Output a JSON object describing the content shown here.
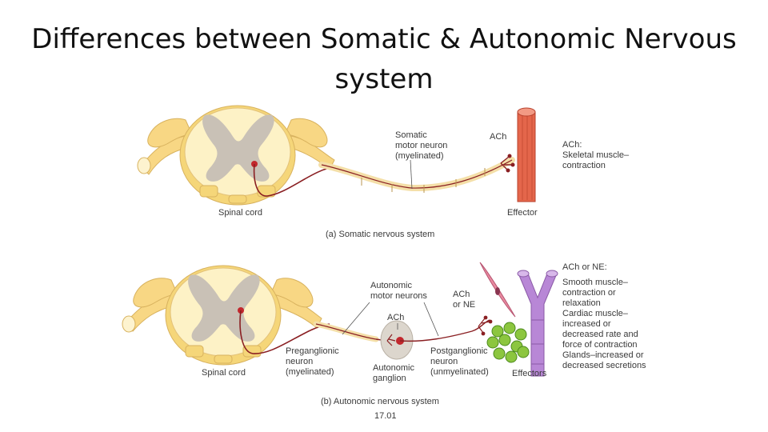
{
  "title": {
    "line1": "Differences between Somatic & Autonomic Nervous",
    "line2": "system"
  },
  "somatic": {
    "neuron_label": [
      "Somatic",
      "motor neuron",
      "(myelinated)"
    ],
    "nt": "ACh",
    "effect": [
      "ACh:",
      "Skeletal muscle–",
      "contraction"
    ],
    "spinal_cord": "Spinal cord",
    "effector": "Effector",
    "caption": "(a) Somatic nervous system"
  },
  "autonomic": {
    "neurons_label": [
      "Autonomic",
      "motor neurons"
    ],
    "nt_post": [
      "ACh",
      "or NE"
    ],
    "nt_pre": "ACh",
    "effect": [
      "ACh or NE:",
      "Smooth muscle–",
      "contraction or",
      "relaxation",
      "Cardiac muscle–",
      "increased or",
      "decreased rate and",
      "force of contraction",
      "Glands–increased or",
      "decreased secretions"
    ],
    "preganglionic": [
      "Preganglionic",
      "neuron",
      "(myelinated)"
    ],
    "ganglion": [
      "Autonomic",
      "ganglion"
    ],
    "postganglionic": [
      "Postganglionic",
      "neuron",
      "(unmyelinated)"
    ],
    "effectors": "Effectors",
    "spinal_cord": "Spinal cord",
    "caption": "(b) Autonomic nervous system"
  },
  "figure_number": "17.01"
}
